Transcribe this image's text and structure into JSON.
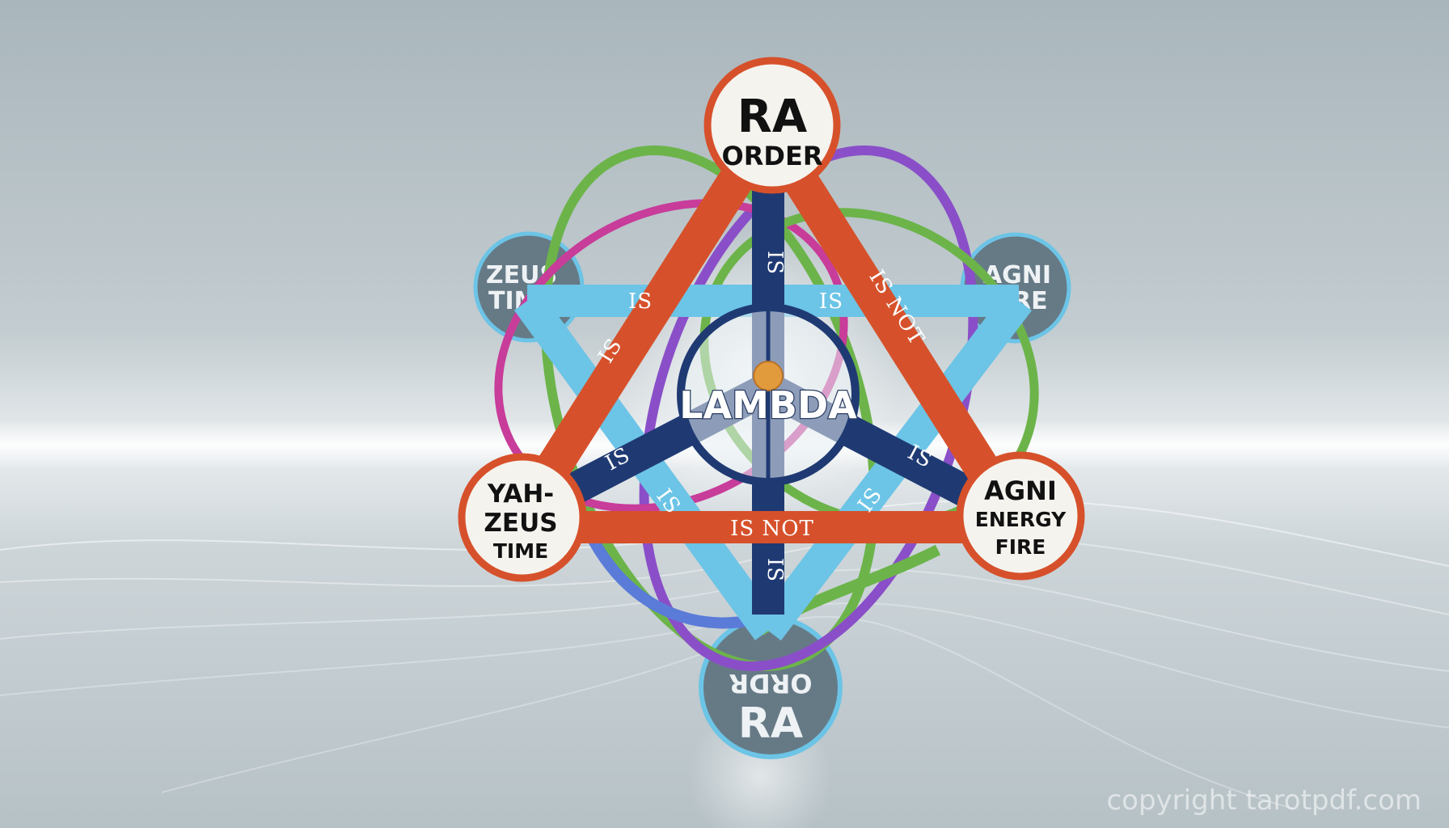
{
  "nodes": {
    "top": {
      "line1": "RA",
      "line2": "ORDER"
    },
    "left_faded": {
      "line1": "ZEUS",
      "line2": "TIME"
    },
    "right_faded": {
      "line1": "AGNI",
      "line2": "FIRE"
    },
    "left": {
      "line1": "YAH-",
      "line2": "ZEUS",
      "line3": "TIME"
    },
    "right": {
      "line1": "AGNI",
      "line2": "ENERGY",
      "line3": "FIRE"
    },
    "bottom_faded": {
      "mirrored": "ORDR",
      "line2": "RA"
    },
    "center": "LAMBDA"
  },
  "labels": {
    "vertical_top": "IS",
    "horizontal_left": "IS",
    "horizontal_right": "IS",
    "orange_right": "IS NOT",
    "orange_left": "IS",
    "navy_left": "IS",
    "navy_right": "IS",
    "blue_left": "IS",
    "blue_right": "IS",
    "orange_bottom": "IS NOT",
    "vertical_bottom": "IS"
  },
  "colors": {
    "orange_band": "#d6512b",
    "navy_band": "#1f3a73",
    "light_blue_band": "#6cc4e6",
    "green_ring": "#6cb44a",
    "purple_ring": "#8a4fc8",
    "magenta_ring": "#c83c9a",
    "node_fill": "#f5f3ee",
    "faded_node_fill": "#667a86"
  },
  "watermark": "copyright tarotpdf.com"
}
